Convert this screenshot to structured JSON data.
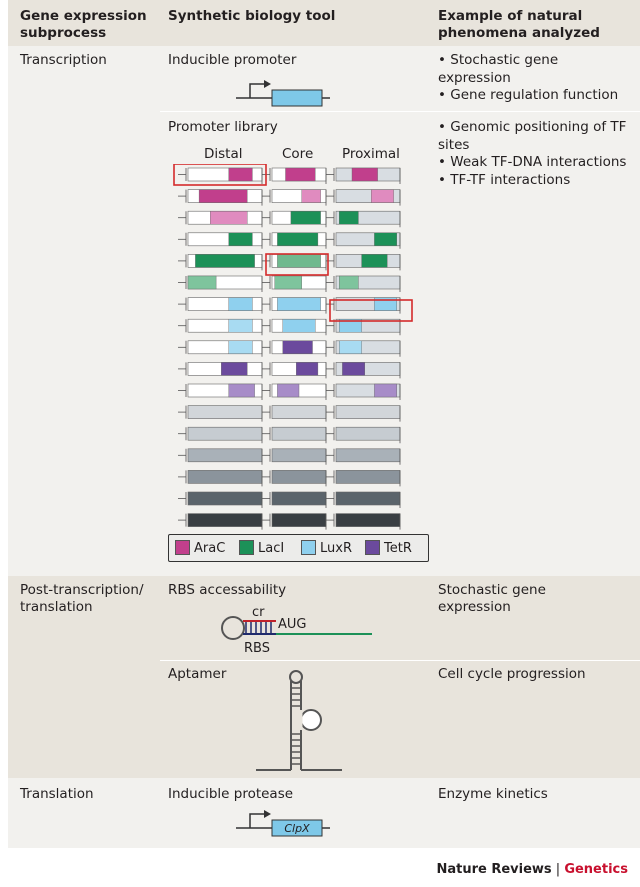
{
  "headers": {
    "col1": "Gene expression subprocess",
    "col2": "Synthetic biology tool",
    "col3": "Example of natural phenomena analyzed"
  },
  "transcription": {
    "subprocess": "Transcription",
    "tool1": "Inducible promoter",
    "tool1_examples": [
      "Stochastic gene expression",
      "Gene regulation function"
    ],
    "tool2": "Promoter library",
    "tool2_examples": [
      "Genomic positioning of TF sites",
      "Weak TF-DNA interactions",
      "TF-TF interactions"
    ],
    "library_columns": [
      "Distal",
      "Core",
      "Proximal"
    ]
  },
  "promoter_library": [
    [
      "a",
      "w1",
      "r"
    ],
    [
      "A",
      "w2",
      "r"
    ],
    [
      "Al",
      "w2",
      "r2"
    ],
    [
      "l",
      "L",
      "r"
    ],
    [
      "L",
      "Ll",
      "r2"
    ],
    [
      "ll",
      "ll",
      "r"
    ],
    [
      "u",
      "u",
      "r"
    ],
    [
      "ul",
      "u",
      "r"
    ],
    [
      "ul",
      "t",
      "r"
    ],
    [
      "t",
      "t",
      "t"
    ],
    [
      "tl",
      "tl",
      "tl"
    ],
    [
      "g1",
      "g1",
      "g1"
    ],
    [
      "g2",
      "g2",
      "g2"
    ],
    [
      "g3",
      "g3",
      "g3"
    ],
    [
      "g4",
      "g4",
      "g4"
    ],
    [
      "g5",
      "g5",
      "g5"
    ],
    [
      "g6",
      "g6",
      "g6"
    ]
  ],
  "legend": [
    {
      "label": "AraC",
      "color": "#c13f8c"
    },
    {
      "label": "LacI",
      "color": "#1c9158"
    },
    {
      "label": "LuxR",
      "color": "#8fd0ee"
    },
    {
      "label": "TetR",
      "color": "#6b4a9d"
    }
  ],
  "post_transcription": {
    "subprocess": "Post-transcription/ translation",
    "tool1": "RBS accessability",
    "tool1_example": "Stochastic gene expression",
    "rbs_labels": {
      "cr": "cr",
      "aug": "AUG",
      "rbs": "RBS"
    },
    "tool2": "Aptamer",
    "tool2_example": "Cell cycle progression"
  },
  "translation": {
    "subprocess": "Translation",
    "tool": "Inducible protease",
    "tool_example": "Enzyme kinetics",
    "gene_label": "ClpX"
  },
  "footer": {
    "journal": "Nature Reviews",
    "separator": " | ",
    "section": "Genetics",
    "section_color": "#c8102e"
  },
  "colors": {
    "header_band": "#e8e4dc",
    "main_band": "#f2f1ee",
    "post_band": "#e8e4dc",
    "gene_fill": "#7ec8e8",
    "highlight": "#d42b2b"
  }
}
